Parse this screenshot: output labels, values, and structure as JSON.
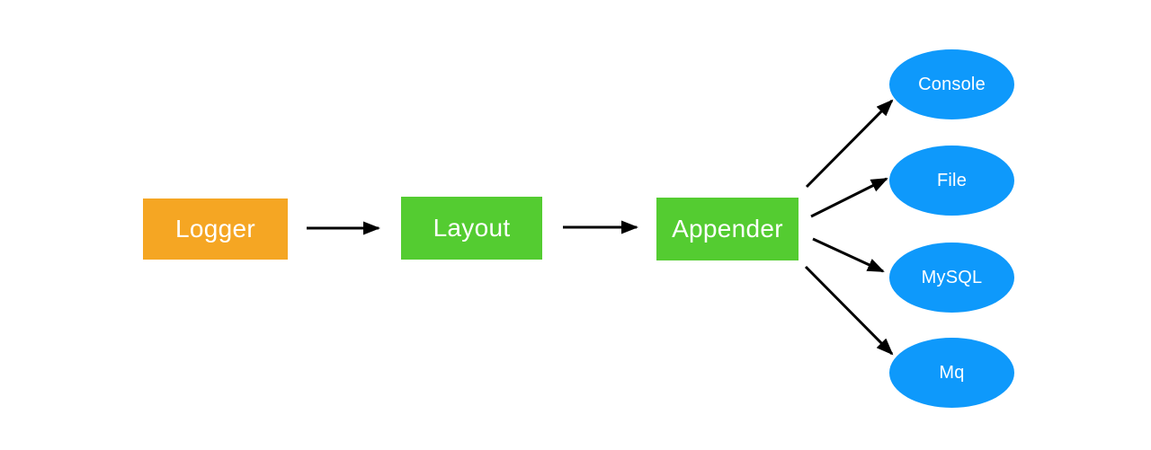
{
  "diagram": {
    "background_color": "#ffffff",
    "edge_color": "#000000",
    "nodes": [
      {
        "id": "logger",
        "label": "Logger",
        "shape": "rect",
        "color": "#F5A623",
        "text_color": "#ffffff"
      },
      {
        "id": "layout",
        "label": "Layout",
        "shape": "rect",
        "color": "#54CC31",
        "text_color": "#ffffff"
      },
      {
        "id": "appender",
        "label": "Appender",
        "shape": "rect",
        "color": "#54CC31",
        "text_color": "#ffffff"
      },
      {
        "id": "console",
        "label": "Console",
        "shape": "ellipse",
        "color": "#0E99FB",
        "text_color": "#ffffff"
      },
      {
        "id": "file",
        "label": "File",
        "shape": "ellipse",
        "color": "#0E99FB",
        "text_color": "#ffffff"
      },
      {
        "id": "mysql",
        "label": "MySQL",
        "shape": "ellipse",
        "color": "#0E99FB",
        "text_color": "#ffffff"
      },
      {
        "id": "mq",
        "label": "Mq",
        "shape": "ellipse",
        "color": "#0E99FB",
        "text_color": "#ffffff"
      }
    ],
    "edges": [
      {
        "from": "logger",
        "to": "layout"
      },
      {
        "from": "layout",
        "to": "appender"
      },
      {
        "from": "appender",
        "to": "console"
      },
      {
        "from": "appender",
        "to": "file"
      },
      {
        "from": "appender",
        "to": "mysql"
      },
      {
        "from": "appender",
        "to": "mq"
      }
    ]
  }
}
